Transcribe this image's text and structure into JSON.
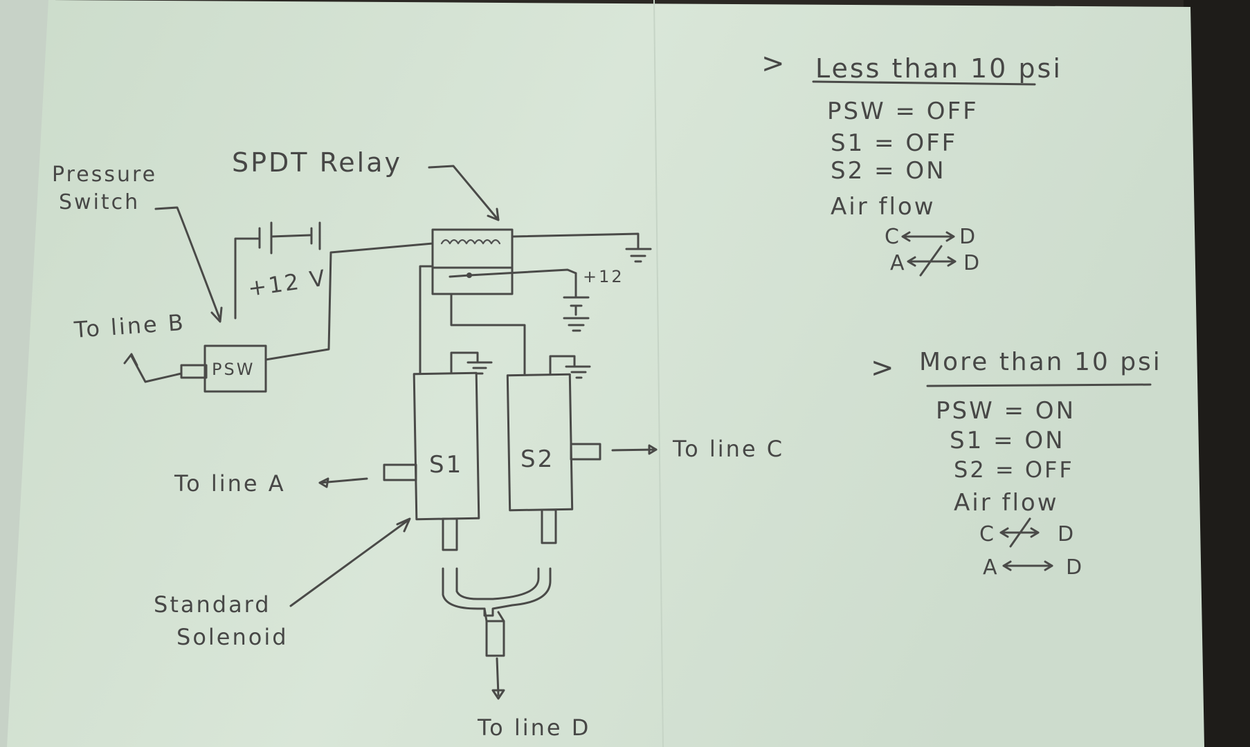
{
  "diagram": {
    "labels": {
      "pressure_switch": [
        "Pressure",
        "Switch"
      ],
      "spdt_relay": "SPDT Relay",
      "battery_voltage": "+12 V",
      "relay_supply": "+12",
      "psw": "PSW",
      "s1": "S1",
      "s2": "S2",
      "to_line_a": "To line A",
      "to_line_b": "To line B",
      "to_line_c": "To line C",
      "to_line_d": "To line D",
      "standard_solenoid": [
        "Standard",
        "Solenoid"
      ]
    }
  },
  "notes": {
    "less_than": {
      "bullet": ">",
      "heading": "Less than 10 psi",
      "lines": [
        "PSW = OFF",
        "S1 = OFF",
        "S2 = ON"
      ],
      "airflow_label": "Air flow",
      "flows": [
        {
          "from": "C",
          "to": "D",
          "blocked": false
        },
        {
          "from": "A",
          "to": "D",
          "blocked": true
        }
      ]
    },
    "more_than": {
      "bullet": ">",
      "heading": "More than 10 psi",
      "lines": [
        "PSW = ON",
        "S1 = ON",
        "S2 = OFF"
      ],
      "airflow_label": "Air flow",
      "flows": [
        {
          "from": "C",
          "to": "D",
          "blocked": true
        },
        {
          "from": "A",
          "to": "D",
          "blocked": false
        }
      ]
    }
  },
  "colors": {
    "paper": "#d7e3d6",
    "ink": "#4a4a48",
    "background": "#2a2723"
  }
}
